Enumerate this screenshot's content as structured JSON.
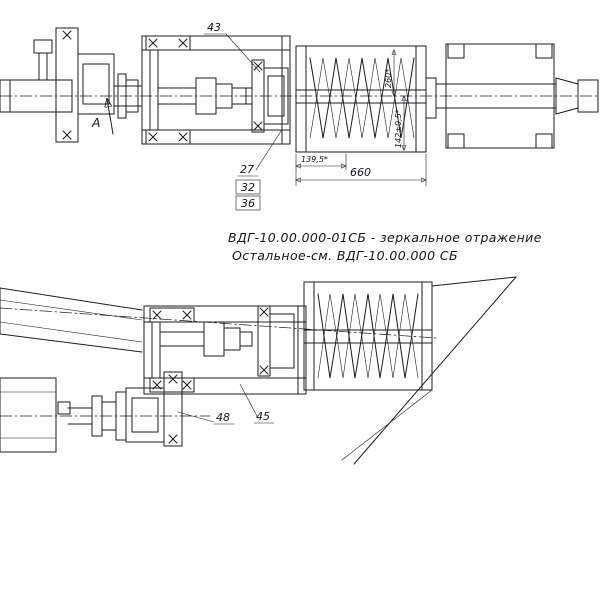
{
  "drawing": {
    "notes": {
      "line1": "ВДГ-10.00.000-01СБ - зеркальное отражение",
      "line2": "Остальное-см. ВДГ-10.00.000 СБ"
    },
    "top_view": {
      "section_label": "А",
      "callout_43": "43",
      "callout_27": "27",
      "callout_32": "32",
      "callout_36": "36",
      "dim_139": "139,5*",
      "dim_660": "660",
      "dim_260": "260*",
      "dim_142": "142±0,5*"
    },
    "bottom_view": {
      "callout_48": "48",
      "callout_45": "45"
    }
  }
}
